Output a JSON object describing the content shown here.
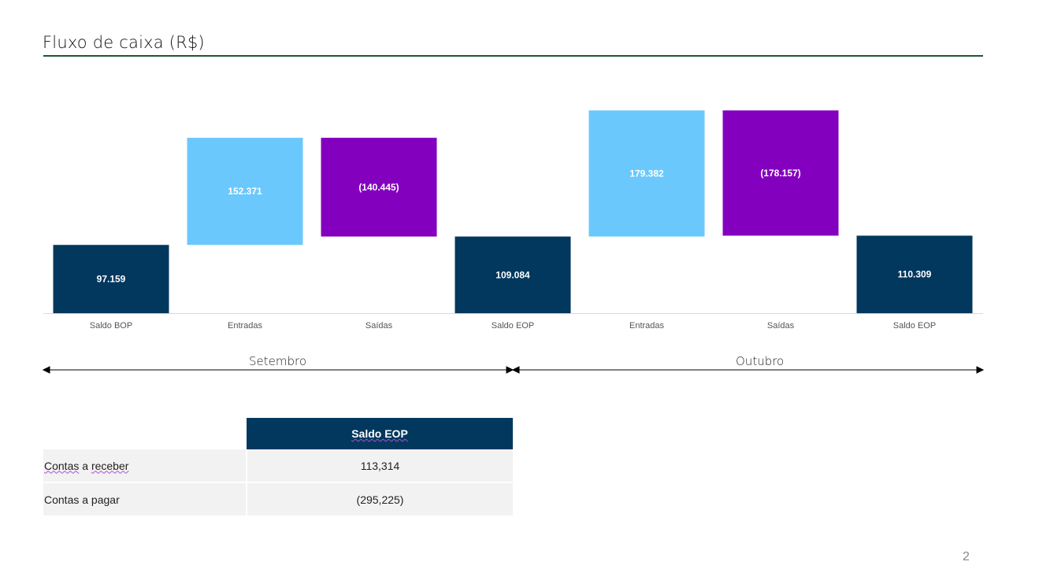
{
  "title": "Fluxo de caixa (R$)",
  "page_number": "2",
  "periods": [
    "Setembro",
    "Outubro"
  ],
  "chart_data": {
    "type": "bar",
    "subtype": "waterfall",
    "title": "Fluxo de caixa (R$)",
    "ylim": [
      0,
      300000
    ],
    "grid": false,
    "categories": [
      "Saldo BOP",
      "Entradas",
      "Saídas",
      "Saldo EOP",
      "Entradas",
      "Saídas",
      "Saldo EOP"
    ],
    "values": [
      97159,
      152371,
      -140445,
      109084,
      179382,
      -178157,
      110309
    ],
    "kinds": [
      "total",
      "delta",
      "delta",
      "total",
      "delta",
      "delta",
      "total"
    ],
    "labels": [
      "97.159",
      "152.371",
      "(140.445)",
      "109.084",
      "179.382",
      "(178.157)",
      "110.309"
    ],
    "colors": {
      "total": "#02385e",
      "increase": "#6bc8fc",
      "decrease": "#8300bf"
    }
  },
  "table": {
    "header": "Saldo EOP",
    "rows": [
      {
        "label_a": "Contas",
        "label_b": "a",
        "label_c": "receber",
        "value": "113,314"
      },
      {
        "label": "Contas a pagar",
        "value": "(295,225)"
      }
    ]
  }
}
